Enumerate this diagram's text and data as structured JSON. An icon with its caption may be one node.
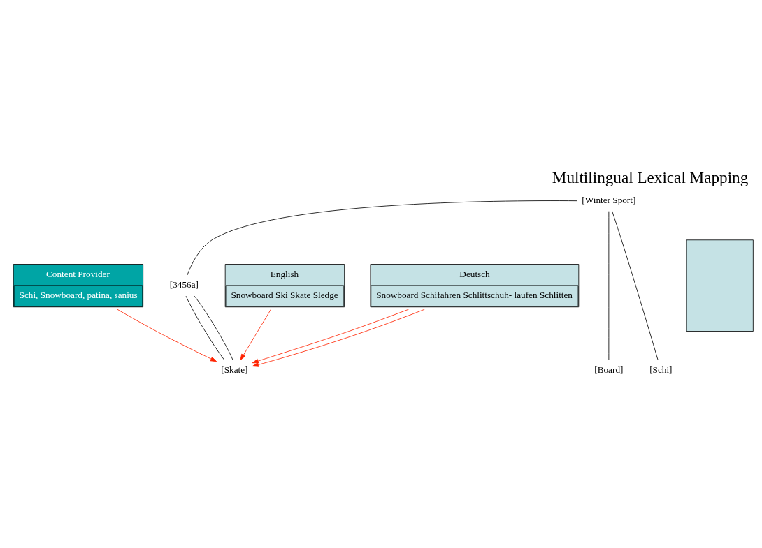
{
  "diagram": {
    "title": "Multilingual Lexical Mapping",
    "nodes": [
      {
        "text": [
          "Content Provider",
          "Schi, Snowboard, patina, sanius"
        ]
      },
      {
        "text": [
          "[Winter Sport]"
        ]
      },
      {
        "text": [
          "[3456a]"
        ]
      },
      {
        "text": [
          "English",
          "Snowboard Ski Skate Sledge"
        ]
      },
      {
        "text": [],
        "shape": "box"
      },
      {
        "text": [
          "Deutsch",
          "Snowboard Schifahren Schlittschuh- laufen Schlitten"
        ]
      },
      {
        "text": [
          "[Board]"
        ]
      },
      {
        "text": [
          "[Schi]"
        ]
      },
      {
        "text": [
          "[Skate]"
        ]
      }
    ],
    "edges": [
      {
        "from": 1,
        "to": 2,
        "arrow": "none"
      },
      {
        "from": 1,
        "to": 6,
        "arrow": "none"
      },
      {
        "from": 1,
        "to": 7,
        "arrow": "none"
      },
      {
        "from": 2,
        "to": 8,
        "arrow": "none"
      },
      {
        "from": 2,
        "to": 8,
        "arrow": "none"
      },
      {
        "from": 0,
        "to": 8,
        "arrow": "to",
        "color": "#ff2200"
      },
      {
        "from": 3,
        "to": 8,
        "arrow": "to",
        "color": "#ff2200"
      },
      {
        "from": 5,
        "to": 8,
        "arrow": "to",
        "color": "#ff2200"
      },
      {
        "from": 5,
        "to": 8,
        "arrow": "to",
        "color": "#ff2200"
      }
    ]
  }
}
